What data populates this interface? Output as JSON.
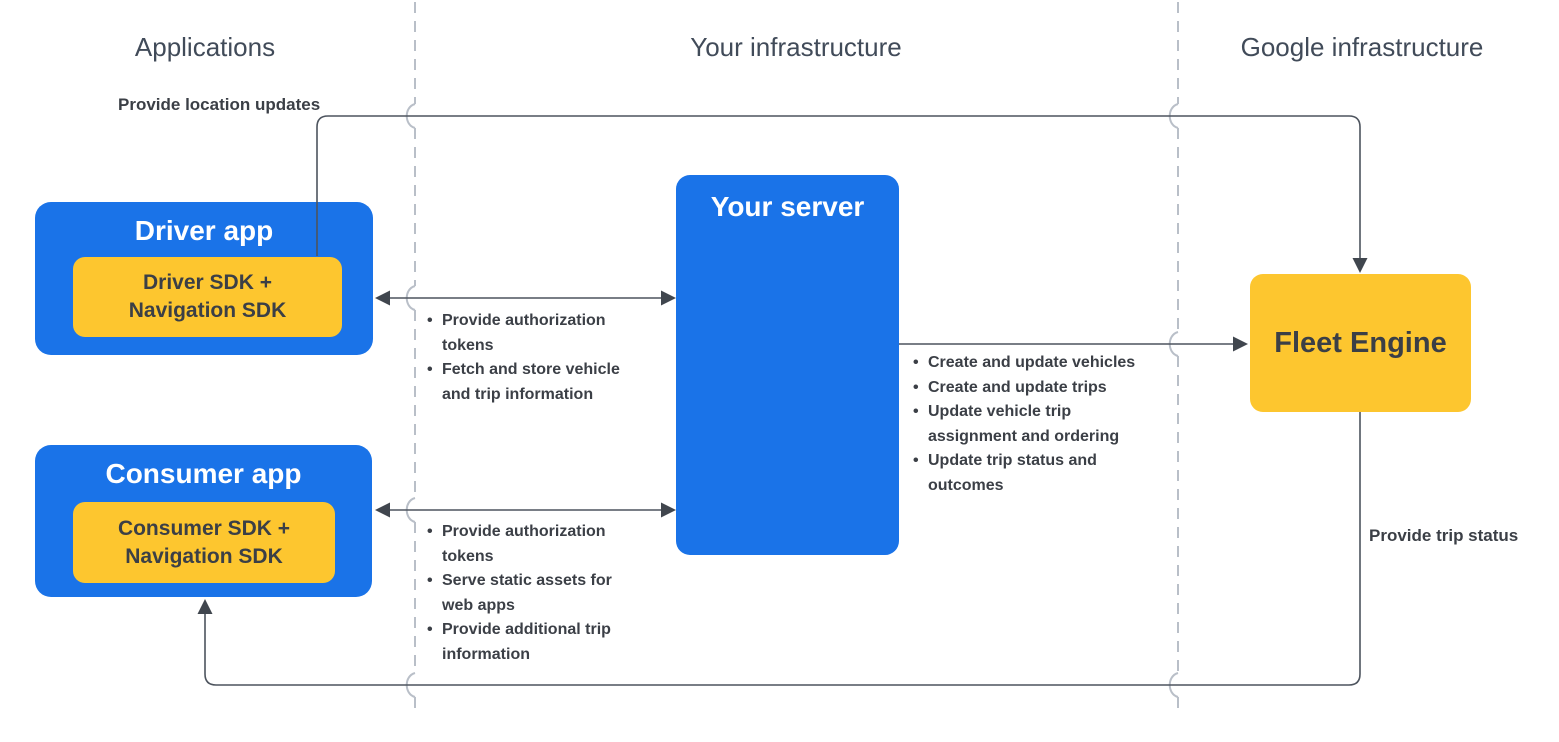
{
  "columns": [
    {
      "label": "Applications"
    },
    {
      "label": "Your infrastructure"
    },
    {
      "label": "Google infrastructure"
    }
  ],
  "nodes": {
    "driver_app": {
      "title": "Driver app",
      "sdk_line1": "Driver SDK +",
      "sdk_line2": "Navigation SDK"
    },
    "consumer_app": {
      "title": "Consumer app",
      "sdk_line1": "Consumer SDK +",
      "sdk_line2": "Navigation SDK"
    },
    "your_server": {
      "title": "Your server"
    },
    "fleet_engine": {
      "title": "Fleet Engine"
    }
  },
  "edges": {
    "driver_to_fleet": {
      "label": "Provide location updates"
    },
    "fleet_to_consumer": {
      "label": "Provide trip status"
    },
    "driver_server": {
      "items": [
        "Provide authorization tokens",
        "Fetch and store vehicle and trip information"
      ]
    },
    "consumer_server": {
      "items": [
        "Provide authorization tokens",
        "Serve static assets for web apps",
        "Provide additional trip information"
      ]
    },
    "server_fleet": {
      "items": [
        "Create and update vehicles",
        "Create and update trips",
        "Update vehicle trip assignment and ordering",
        "Update trip status and outcomes"
      ]
    }
  },
  "colors": {
    "box_blue": "#1A73E8",
    "box_yellow": "#FDC62F",
    "text_dark": "#3B3F46",
    "text_white": "#FFFFFF",
    "header_gray": "#414B59",
    "line_gray": "#4D545E",
    "dashed_gray": "#B9BFC8"
  }
}
